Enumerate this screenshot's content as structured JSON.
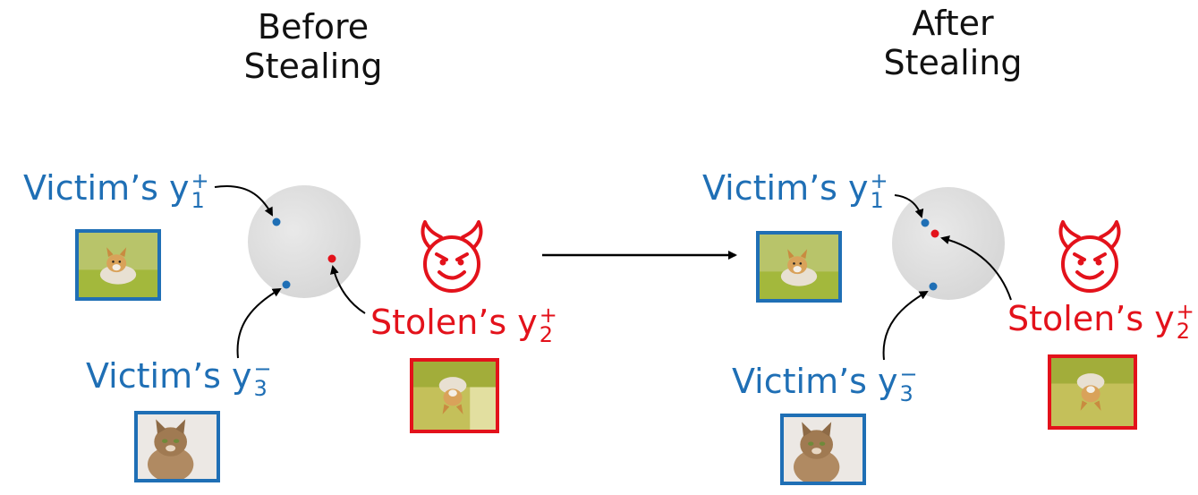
{
  "panels": {
    "before": {
      "title_line1": "Before",
      "title_line2": "Stealing",
      "victim_pos_label": "Victim’s y",
      "victim_pos_sup": "+",
      "victim_pos_sub": "1",
      "victim_neg_label": "Victim’s y",
      "victim_neg_sup": "−",
      "victim_neg_sub": "3",
      "stolen_label": "Stolen’s y",
      "stolen_sup": "+",
      "stolen_sub": "2"
    },
    "after": {
      "title_line1": "After",
      "title_line2": "Stealing",
      "victim_pos_label": "Victim’s y",
      "victim_pos_sup": "+",
      "victim_pos_sub": "1",
      "victim_neg_label": "Victim’s y",
      "victim_neg_sup": "−",
      "victim_neg_sub": "3",
      "stolen_label": "Stolen’s y",
      "stolen_sup": "+",
      "stolen_sub": "2"
    }
  },
  "colors": {
    "victim": "#1f6fb5",
    "stolen": "#e3121b",
    "embedding_space": "#dedede"
  },
  "icons": {
    "attacker": "smiling-devil-icon",
    "victim_pos_image": "dog-photo",
    "victim_neg_image": "cat-photo",
    "stolen_image": "flipped-dog-photo"
  }
}
